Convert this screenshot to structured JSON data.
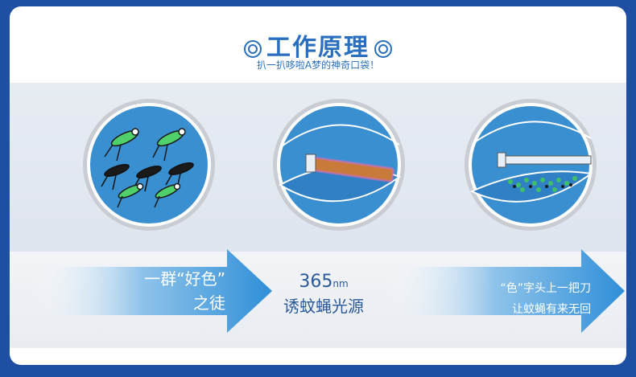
{
  "header": {
    "title": "工作原理",
    "subtitle": "扒一扒哆啦A梦的神奇口袋！"
  },
  "steps": [
    {
      "line1": "一群“好色”",
      "line2": "之徒"
    },
    {
      "number": "365",
      "unit": "nm",
      "desc": "诱蚊蝇光源"
    },
    {
      "line1": "“色”字头上一把刀",
      "line2": "让蚊蝇有来无回"
    }
  ],
  "colors": {
    "frame": "#1f4fa3",
    "accent": "#2a6fbf",
    "circle_fill": "#3a8fd0",
    "arrow": "#2f8fd8"
  }
}
